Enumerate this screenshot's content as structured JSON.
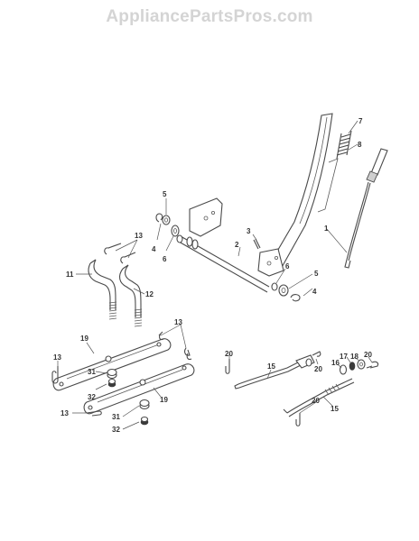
{
  "watermark": "AppliancePartsPros.com",
  "callouts": {
    "c1": "1",
    "c2": "2",
    "c3": "3",
    "c4a": "4",
    "c4b": "4",
    "c5a": "5",
    "c5b": "5",
    "c6a": "6",
    "c6b": "6",
    "c7": "7",
    "c8": "8",
    "c11": "11",
    "c12": "12",
    "c13a": "13",
    "c13b": "13",
    "c13c": "13",
    "c13d": "13",
    "c15a": "15",
    "c15b": "15",
    "c16": "16",
    "c17": "17",
    "c18": "18",
    "c19a": "19",
    "c19b": "19",
    "c20a": "20",
    "c20b": "20",
    "c20c": "20",
    "c20d": "20",
    "c31a": "31",
    "c31b": "31",
    "c32a": "32",
    "c32b": "32"
  }
}
